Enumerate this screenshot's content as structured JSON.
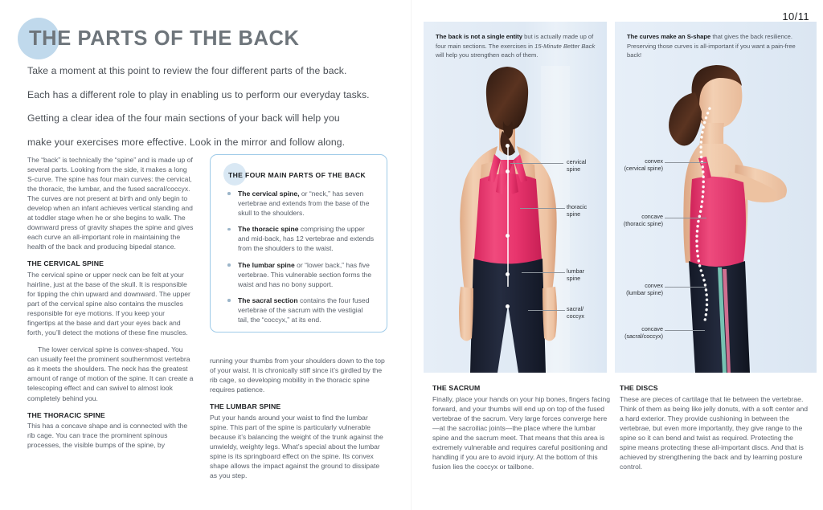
{
  "page": {
    "folio": "10/11",
    "title": "THE PARTS OF THE BACK"
  },
  "intro": {
    "line1": "Take a moment at this point to review the four different parts of the back.",
    "line2": "Each has a different role to play in enabling us to perform our everyday tasks.",
    "line3": "Getting a clear idea of the four main sections of your back will help you",
    "line4": "make your exercises more effective. Look in the mirror and follow along."
  },
  "column_a": {
    "p1": "The “back” is technically the “spine” and is made up of several parts. Looking from the side, it makes a long S-curve. The spine has four main curves: the cervical, the thoracic, the lumbar, and the fused sacral/coccyx. The curves are not present at birth and only begin to develop when an infant achieves vertical standing and at toddler stage when he or she begins to walk. The downward press of gravity shapes the spine and gives each curve an all-important role in maintaining the health of the back and producing bipedal stance.",
    "h_cervical": "THE CERVICAL SPINE",
    "p2": "The cervical spine or upper neck can be felt at your hairline, just at the base of the skull. It is responsible for tipping the chin upward and downward. The upper part of the cervical spine also contains the muscles responsible for eye motions. If you keep your fingertips at the base and dart your eyes back and forth, you’ll detect the motions of these fine muscles.",
    "p3": "The lower cervical spine is convex-shaped. You can usually feel the prominent southernmost vertebra as it meets the shoulders. The neck has the greatest amount of range of motion of the spine. It can create a telescoping effect and can swivel to almost look completely behind you.",
    "h_thoracic": "THE THORACIC SPINE",
    "p4": "This has a concave shape and is connected with the rib cage. You can trace the prominent spinous processes, the visible bumps of the spine, by"
  },
  "column_b": {
    "p1": "running your thumbs from your shoulders down to the top of your waist. It is chronically stiff since it’s girdled by the rib cage, so developing mobility in the thoracic spine requires patience.",
    "h_lumbar": "THE LUMBAR SPINE",
    "p2": "Put your hands around your waist to find the lumbar spine. This part of the spine is particularly vulnerable because it’s balancing the weight of the trunk against the unwieldy, weighty legs. What’s special about the lumbar spine is its springboard effect on the spine. Its convex shape allows the impact against the ground to dissipate as you step."
  },
  "highlight_box": {
    "title": "THE FOUR MAIN PARTS OF THE BACK",
    "items": [
      {
        "lead": "The cervical spine,",
        "rest": " or “neck,” has seven vertebrae and extends from the base of the skull to the shoulders."
      },
      {
        "lead": "The thoracic spine",
        "rest": " comprising the upper and mid-back, has 12 vertebrae and extends from the shoulders to the waist."
      },
      {
        "lead": "The lumbar spine",
        "rest": " or “lower back,” has five vertebrae. This vulnerable section forms the waist and has no bony support."
      },
      {
        "lead": "The sacral section",
        "rest": " contains the four fused vertebrae of the sacrum with the vestigial tail, the “coccyx,” at its end."
      }
    ]
  },
  "photo_back": {
    "caption_bold": "The back is not a single entity",
    "caption_rest_a": " but is actually made up of four main sections. The exercises in ",
    "caption_italic": "15-Minute Better Back",
    "caption_rest_b": " will help you strengthen each of them.",
    "labels": {
      "cervical_l1": "cervical",
      "cervical_l2": "spine",
      "thoracic_l1": "thoracic",
      "thoracic_l2": "spine",
      "lumbar_l1": "lumbar",
      "lumbar_l2": "spine",
      "sacral_l1": "sacral/",
      "sacral_l2": "coccyx"
    }
  },
  "photo_side": {
    "caption_bold": "The curves make an S-shape",
    "caption_rest": " that gives the back resilience. Preserving those curves is all-important if you want a pain-free back!",
    "labels": {
      "cervical_l1": "convex",
      "cervical_l2": "(cervical spine)",
      "thoracic_l1": "concave",
      "thoracic_l2": "(thoracic spine)",
      "lumbar_l1": "convex",
      "lumbar_l2": "(lumbar spine)",
      "sacral_l1": "concave",
      "sacral_l2": "(sacral/coccyx)"
    }
  },
  "sacrum_section": {
    "heading": "THE SACRUM",
    "body": "Finally, place your hands on your hip bones, fingers facing forward, and your thumbs will end up on top of the fused vertebrae of the sacrum. Very large forces converge here—at the sacroiliac joints—the place where the lumbar spine and the sacrum meet. That means that this area is extremely vulnerable and requires careful positioning and handling if you are to avoid injury. At the bottom of this fusion lies the coccyx or tailbone."
  },
  "discs_section": {
    "heading": "THE DISCS",
    "body": "These are pieces of cartilage that lie between the vertebrae. Think of them as being like jelly donuts, with a soft center and a hard exterior. They provide cushioning in between the vertebrae, but even more importantly, they give range to the spine so it can bend and twist as required. Protecting the spine means protecting these all-important discs. And that is achieved by strengthening the back and by learning posture control."
  },
  "colors": {
    "accent_blue": "#c0d9ec",
    "box_border": "#9fcbe8",
    "title_gray": "#6e757b",
    "top_pink": "#e8356d",
    "pants_navy": "#1d2333",
    "panel_bg": "#e3ecf6"
  }
}
